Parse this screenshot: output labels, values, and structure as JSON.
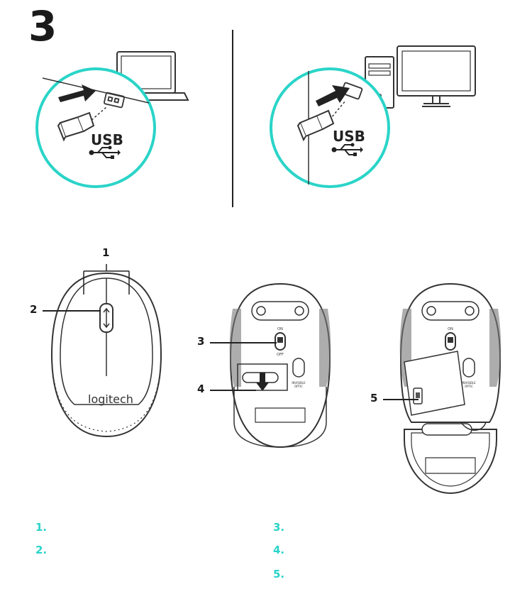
{
  "step_number": "3",
  "usb": {
    "label": "USB",
    "icon": "usb-symbol-icon"
  },
  "mouse": {
    "brand": "logitech",
    "switch_on": "ON",
    "switch_off": "OFF",
    "sensor_text_line1": "INVISIBLE",
    "sensor_text_line2": "OPTIC"
  },
  "callouts": [
    "1",
    "2",
    "3",
    "4",
    "5"
  ],
  "legend": [
    "1.",
    "2.",
    "3.",
    "4.",
    "5."
  ],
  "colors": {
    "accent": "#2ad4c8",
    "line": "#333333"
  }
}
